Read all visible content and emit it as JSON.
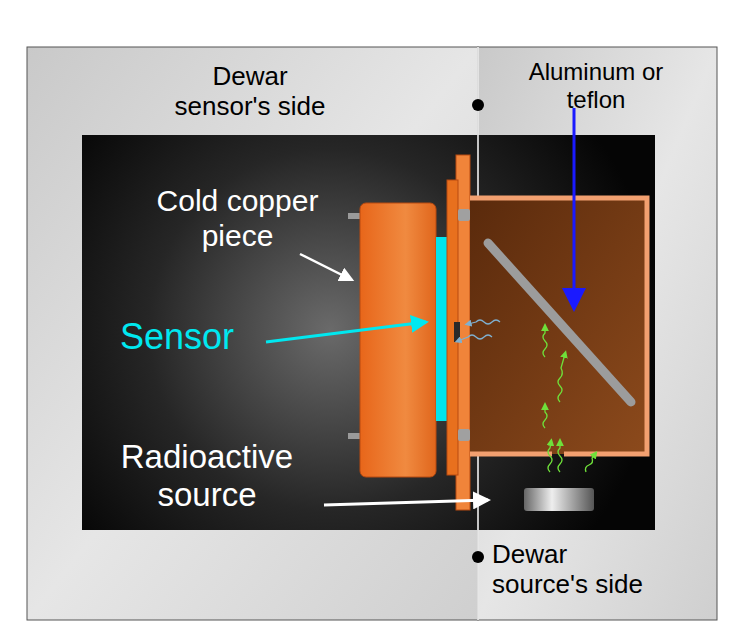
{
  "diagram": {
    "labels": [
      "Dewar sensor's side",
      "Aluminum or teflon",
      "Cold copper piece",
      "Sensor",
      "Radioactive source",
      "Dewar source's side"
    ]
  }
}
